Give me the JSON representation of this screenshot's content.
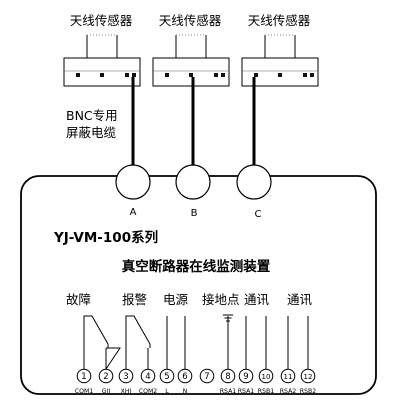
{
  "sensors": [
    {
      "label": "天线传感器"
    },
    {
      "label": "天线传感器"
    },
    {
      "label": "天线传感器"
    }
  ],
  "cable_label": {
    "line1": "BNC专用",
    "line2": "屏蔽电缆"
  },
  "inputs": [
    "A",
    "B",
    "C"
  ],
  "device": {
    "model": "YJ-VM-100系列",
    "title": "真空断路器在线监测装置"
  },
  "groups": [
    {
      "label": "故障"
    },
    {
      "label": "报警"
    },
    {
      "label": "电源"
    },
    {
      "label": "接地点"
    },
    {
      "label": "通讯"
    },
    {
      "label": "通讯"
    }
  ],
  "terminals": [
    {
      "num": "1",
      "name": "COM1"
    },
    {
      "num": "2",
      "name": "GJJ"
    },
    {
      "num": "3",
      "name": "XHJ"
    },
    {
      "num": "4",
      "name": "COM2"
    },
    {
      "num": "5",
      "name": "L"
    },
    {
      "num": "6",
      "name": "N"
    },
    {
      "num": "7",
      "name": ""
    },
    {
      "num": "8",
      "name": "RSA1"
    },
    {
      "num": "9",
      "name": "RSA1"
    },
    {
      "num": "10",
      "name": "RSB1"
    },
    {
      "num": "11",
      "name": "RSA2"
    },
    {
      "num": "12",
      "name": "RSB2"
    }
  ]
}
